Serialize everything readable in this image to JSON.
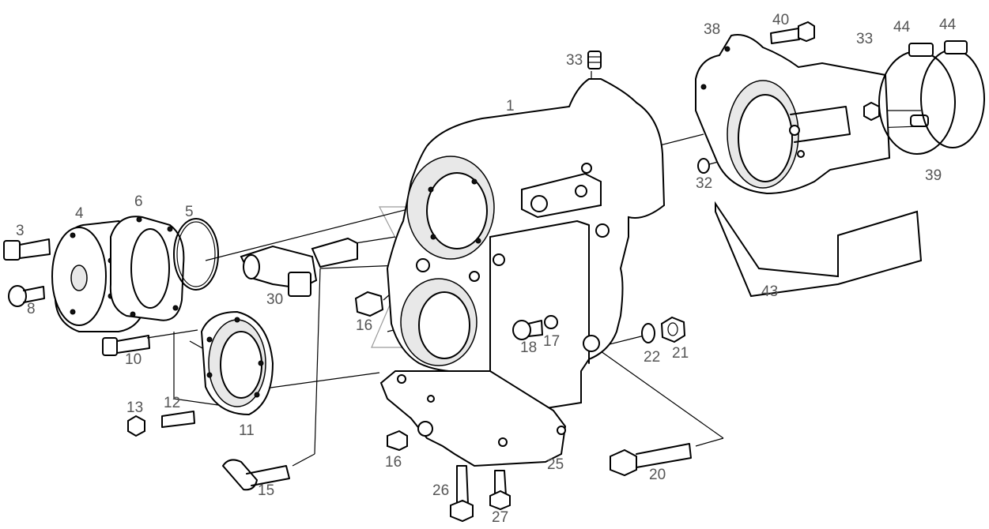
{
  "labels": [
    {
      "id": "l1",
      "text": "1"
    },
    {
      "id": "l3",
      "text": "3"
    },
    {
      "id": "l4",
      "text": "4"
    },
    {
      "id": "l5",
      "text": "5"
    },
    {
      "id": "l6",
      "text": "6"
    },
    {
      "id": "l8",
      "text": "8"
    },
    {
      "id": "l10",
      "text": "10"
    },
    {
      "id": "l11",
      "text": "11"
    },
    {
      "id": "l12",
      "text": "12"
    },
    {
      "id": "l13",
      "text": "13"
    },
    {
      "id": "l15",
      "text": "15"
    },
    {
      "id": "l16a",
      "text": "16"
    },
    {
      "id": "l16b",
      "text": "16"
    },
    {
      "id": "l17",
      "text": "17"
    },
    {
      "id": "l18",
      "text": "18"
    },
    {
      "id": "l20",
      "text": "20"
    },
    {
      "id": "l21",
      "text": "21"
    },
    {
      "id": "l22",
      "text": "22"
    },
    {
      "id": "l25",
      "text": "25"
    },
    {
      "id": "l26",
      "text": "26"
    },
    {
      "id": "l27",
      "text": "27"
    },
    {
      "id": "l30",
      "text": "30"
    },
    {
      "id": "l32",
      "text": "32"
    },
    {
      "id": "l33a",
      "text": "33"
    },
    {
      "id": "l33b",
      "text": "33"
    },
    {
      "id": "l38",
      "text": "38"
    },
    {
      "id": "l39",
      "text": "39"
    },
    {
      "id": "l40",
      "text": "40"
    },
    {
      "id": "l43",
      "text": "43"
    },
    {
      "id": "l44a",
      "text": "44"
    },
    {
      "id": "l44b",
      "text": "44"
    }
  ]
}
